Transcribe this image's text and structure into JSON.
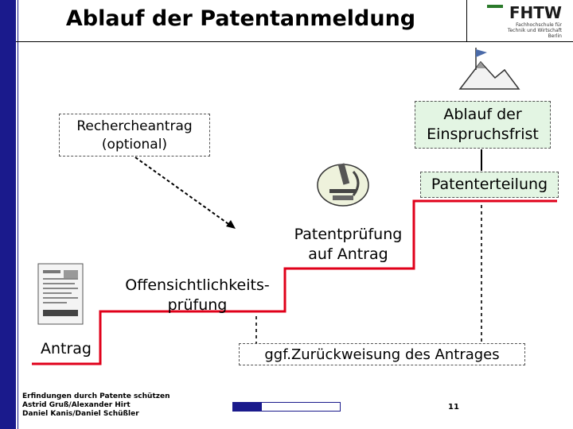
{
  "title": "Ablauf der Patentanmeldung",
  "logo": {
    "name": "FHTW",
    "subtitle_lines": [
      "Fachhochschule für",
      "Technik und Wirtschaft",
      "Berlin"
    ]
  },
  "boxes": {
    "recherche": [
      "Rechercheantrag",
      "(optional)"
    ],
    "einspruch": [
      "Ablauf der",
      "Einspruchsfrist"
    ],
    "erteilung": "Patenterteilung",
    "zurueckweisung": "ggf.Zurückweisung des Antrages"
  },
  "labels": {
    "pruefung": [
      "Patentprüfung",
      "auf Antrag"
    ],
    "offensicht": [
      "Offensichtlichkeits-",
      "prüfung"
    ],
    "antrag": "Antrag"
  },
  "footer": {
    "lines": [
      "Erfindungen durch Patente schützen",
      "Astrid Gruß/Alexander Hirt",
      "Daniel Kanis/Daniel Schüßler"
    ],
    "page": "11",
    "progress_fraction": 0.27
  },
  "colors": {
    "accent": "#1a1a8c",
    "step_line": "#e0001a",
    "highlight_bg": "#e3f5e3"
  },
  "icons": {
    "document": "document-icon",
    "microscope": "microscope-icon",
    "mountain_flag": "mountain-flag-icon"
  }
}
